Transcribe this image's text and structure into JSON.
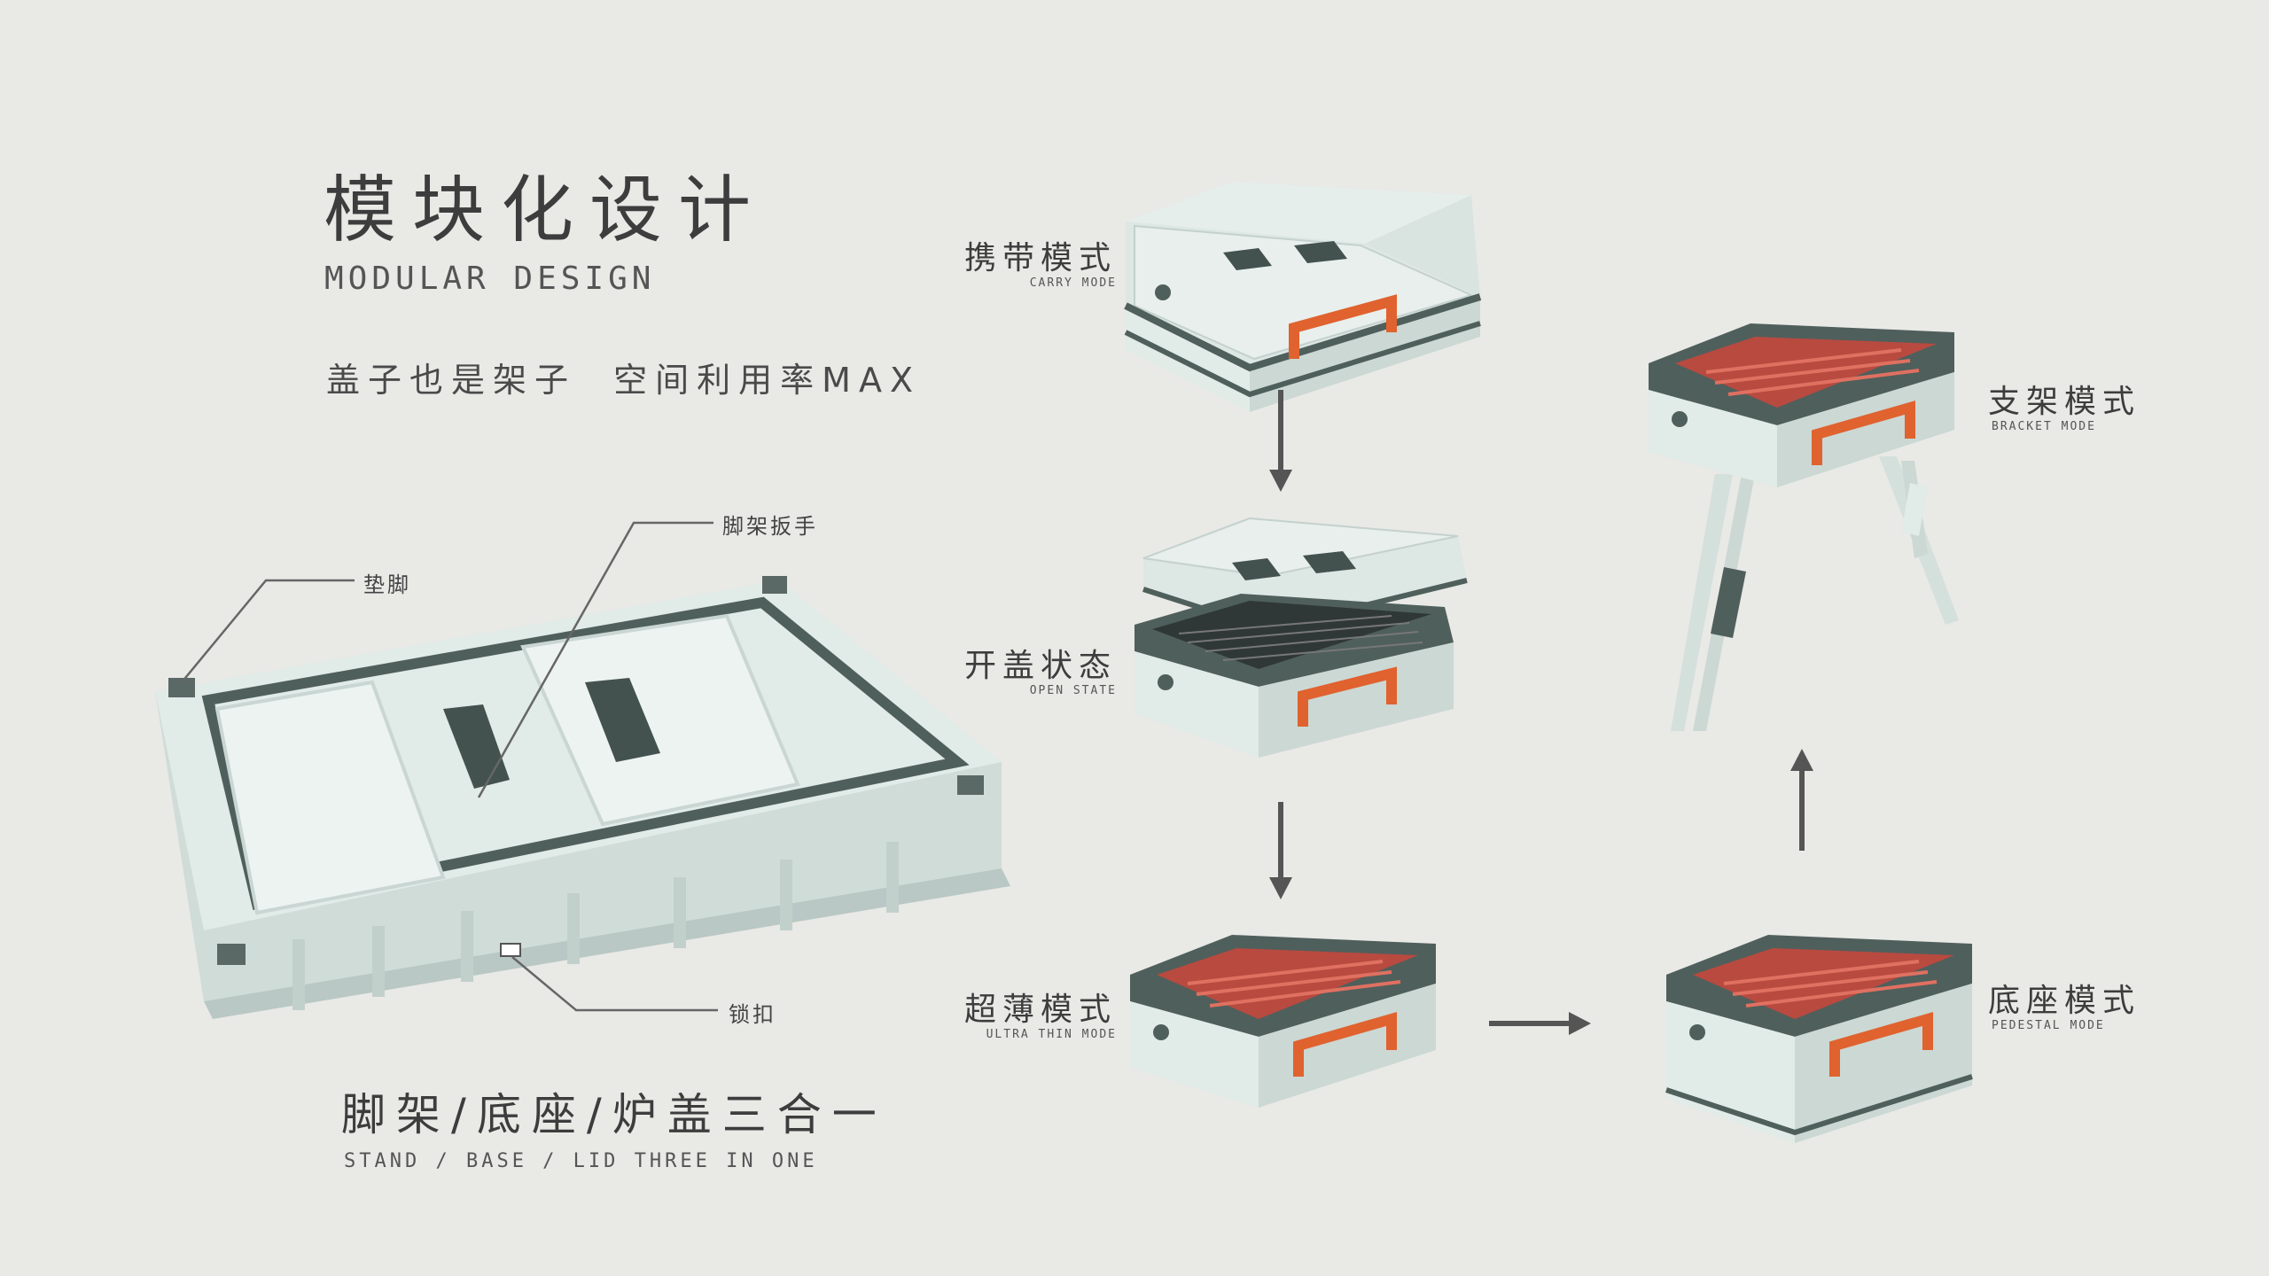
{
  "heading": {
    "title_cn": "模块化设计",
    "title_en": "MODULAR DESIGN",
    "tagline": "盖子也是架子  空间利用率MAX"
  },
  "callouts": {
    "foot_pad": "垫脚",
    "stand_wrench": "脚架扳手",
    "lock": "锁扣"
  },
  "bottom": {
    "title_cn": "脚架/底座/炉盖三合一",
    "title_en": "STAND / BASE / LID THREE IN ONE"
  },
  "modes": [
    {
      "cn": "携带模式",
      "en": "CARRY MODE"
    },
    {
      "cn": "开盖状态",
      "en": "OPEN STATE"
    },
    {
      "cn": "超薄模式",
      "en": "ULTRA THIN MODE"
    },
    {
      "cn": "底座模式",
      "en": "PEDESTAL MODE"
    },
    {
      "cn": "支架模式",
      "en": "BRACKET MODE"
    }
  ],
  "colors": {
    "background": "#e9e9e6",
    "body": "#dfe9e6",
    "dark_trim": "#4f5f5c",
    "accent_orange": "#e0622f",
    "grill_red": "#b84a40"
  }
}
